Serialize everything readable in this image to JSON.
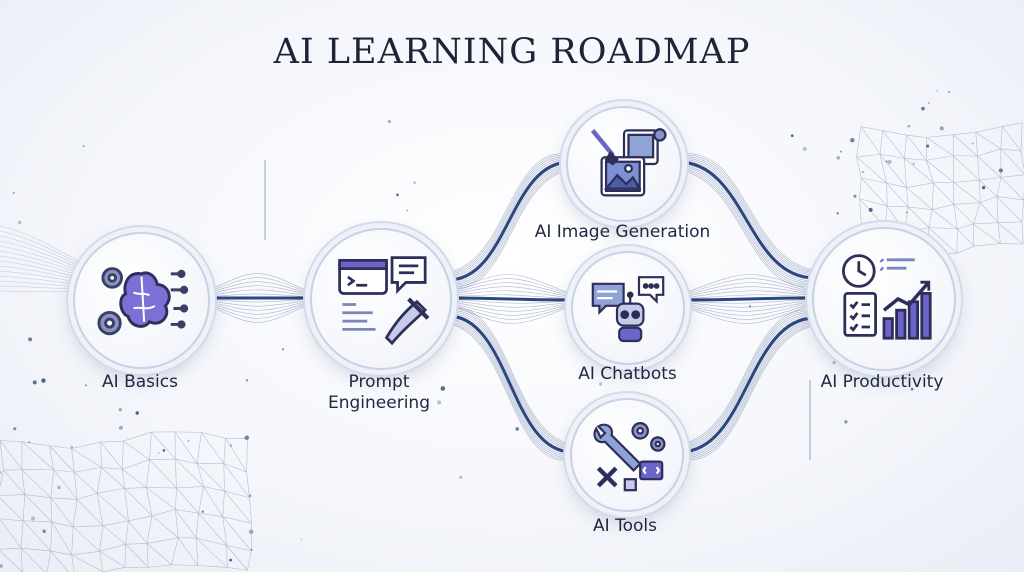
{
  "title": "AI LEARNING ROADMAP",
  "nodes": {
    "basics": {
      "label": "AI Basics",
      "icon": "brain-gears-icon"
    },
    "prompt": {
      "label_line1": "Prompt",
      "label_line2": "Engineering",
      "icon": "terminal-chat-pen-icon"
    },
    "image": {
      "label": "AI Image Generation",
      "icon": "paintbrush-images-icon"
    },
    "chatbots": {
      "label": "AI Chatbots",
      "icon": "robot-chat-icon"
    },
    "tools": {
      "label": "AI Tools",
      "icon": "wrench-gears-code-icon"
    },
    "productivity": {
      "label": "AI Productivity",
      "icon": "clock-checklist-chart-icon"
    }
  },
  "colors": {
    "accent": "#3f5a9a",
    "accent_light": "#8fa3d6",
    "line": "#2f4a86",
    "icon_purple": "#6d64c9"
  }
}
